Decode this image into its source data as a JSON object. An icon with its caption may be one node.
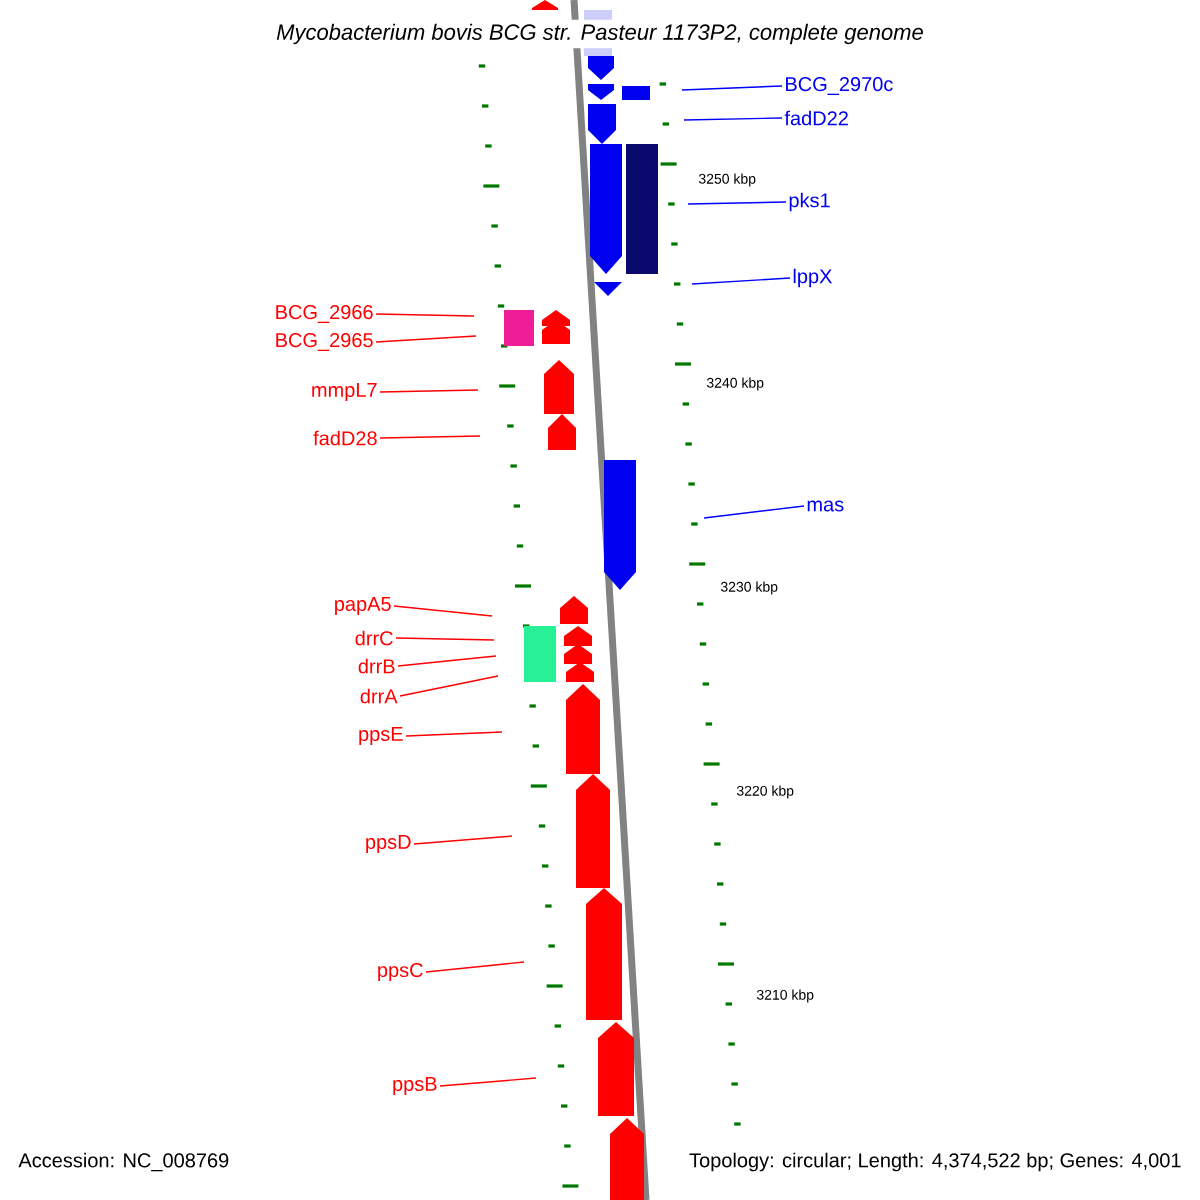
{
  "diagram": {
    "title": "Mycobacterium bovis BCG str. Pasteur 1173P2, complete genome",
    "nodes": [
      {
        "text": [
          "BCG_2970c"
        ]
      },
      {
        "text": [
          "fadD22"
        ]
      },
      {
        "text": [
          "pks1"
        ]
      },
      {
        "text": [
          "lppX"
        ]
      },
      {
        "text": [
          "BCG_2966"
        ]
      },
      {
        "text": [
          "BCG_2965"
        ]
      },
      {
        "text": [
          "mmpL7"
        ]
      },
      {
        "text": [
          "fadD28"
        ]
      },
      {
        "text": [
          "mas"
        ]
      },
      {
        "text": [
          "papA5"
        ]
      },
      {
        "text": [
          "drrC"
        ]
      },
      {
        "text": [
          "drrB"
        ]
      },
      {
        "text": [
          "drrA"
        ]
      },
      {
        "text": [
          "ppsE"
        ]
      },
      {
        "text": [
          "ppsD"
        ]
      },
      {
        "text": [
          "ppsC"
        ]
      },
      {
        "text": [
          "ppsB"
        ]
      }
    ],
    "edges": [
      {
        "from": 0,
        "to": null,
        "arrow": "none",
        "color": "#0000ff"
      },
      {
        "from": 1,
        "to": null,
        "arrow": "none",
        "color": "#0000ff"
      },
      {
        "from": 2,
        "to": null,
        "arrow": "none",
        "color": "#0000ff"
      },
      {
        "from": 3,
        "to": null,
        "arrow": "none",
        "color": "#0000ff"
      },
      {
        "from": 4,
        "to": null,
        "arrow": "none"
      },
      {
        "from": 5,
        "to": null,
        "arrow": "none"
      },
      {
        "from": 6,
        "to": null,
        "arrow": "none"
      },
      {
        "from": 7,
        "to": null,
        "arrow": "none"
      },
      {
        "from": 8,
        "to": null,
        "arrow": "none",
        "color": "#0000ff"
      },
      {
        "from": 9,
        "to": null,
        "arrow": "none"
      },
      {
        "from": 10,
        "to": null,
        "arrow": "none"
      },
      {
        "from": 11,
        "to": null,
        "arrow": "none"
      },
      {
        "from": 12,
        "to": null,
        "arrow": "none"
      },
      {
        "from": 13,
        "to": null,
        "arrow": "none"
      },
      {
        "from": 14,
        "to": null,
        "arrow": "none"
      },
      {
        "from": 15,
        "to": null,
        "arrow": "none"
      },
      {
        "from": 16,
        "to": null,
        "arrow": "none"
      }
    ],
    "labels": [
      "3250 kbp",
      "3240 kbp",
      "3230 kbp",
      "3220 kbp",
      "3210 kbp",
      "Accession: NC_008769",
      "Topology: circular; Length: 4,374,522 bp; Genes: 4,001"
    ]
  }
}
